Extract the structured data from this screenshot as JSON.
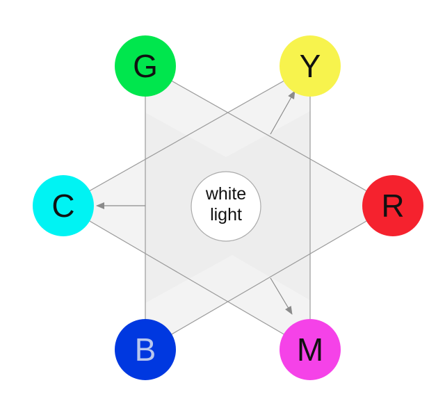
{
  "center": {
    "line1": "white",
    "line2": "light"
  },
  "nodes": [
    {
      "id": "G",
      "label": "G",
      "fill": "#00e64d",
      "text_color": "#111111"
    },
    {
      "id": "Y",
      "label": "Y",
      "fill": "#f7f34d",
      "text_color": "#111111"
    },
    {
      "id": "C",
      "label": "C",
      "fill": "#00f3f3",
      "text_color": "#111111"
    },
    {
      "id": "R",
      "label": "R",
      "fill": "#f5222e",
      "text_color": "#111111"
    },
    {
      "id": "B",
      "label": "B",
      "fill": "#0038e0",
      "text_color": "#b8c7ee"
    },
    {
      "id": "M",
      "label": "M",
      "fill": "#f542e8",
      "text_color": "#111111"
    }
  ],
  "edges": [
    {
      "from": "G",
      "to": "R"
    },
    {
      "from": "G",
      "to": "B"
    },
    {
      "from": "B",
      "to": "R"
    },
    {
      "from": "Y",
      "to": "C"
    },
    {
      "from": "Y",
      "to": "M"
    },
    {
      "from": "C",
      "to": "M"
    }
  ],
  "arrows": [
    {
      "name": "arrow-to-yellow",
      "target": "Y"
    },
    {
      "name": "arrow-to-cyan",
      "target": "C"
    },
    {
      "name": "arrow-to-magenta",
      "target": "M"
    }
  ],
  "colors": {
    "triangle_fill": "#f2f2f2",
    "overlap_fill": "#ebebeb",
    "line": "#9a9a9a",
    "arrow": "#8a8a8a",
    "center_stroke": "#aaaaaa"
  }
}
